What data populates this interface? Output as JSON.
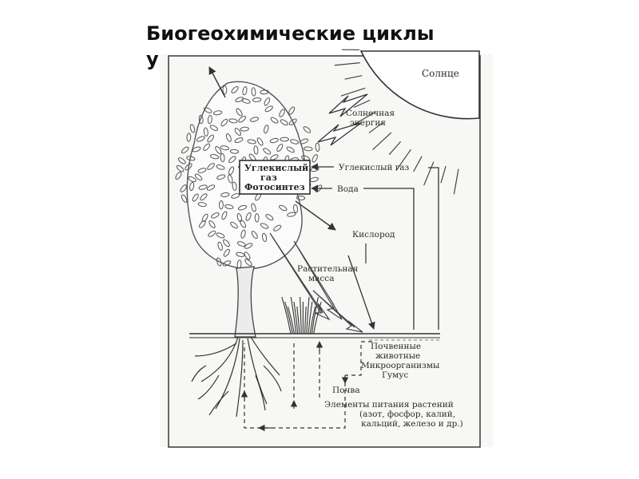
{
  "slide": {
    "title_line1": "Биогеохимические циклы",
    "title_line2": "углерода"
  },
  "diagram": {
    "sun_label": "Солнце",
    "solar_energy": [
      "Солнечная",
      "энергия"
    ],
    "box_label": [
      "Углекислый",
      "газ",
      "Фотосинтез"
    ],
    "co2_label": "Углекислый газ",
    "water_label": "Вода",
    "oxygen_label": "Кислород",
    "plant_mass": [
      "Растительная",
      "масса"
    ],
    "soil_group": [
      "Почвенные",
      "животные",
      "Микроорганизмы",
      "Гумус"
    ],
    "soil_label": "Почва",
    "nutrients": [
      "Элементы питания растений",
      "(азот, фосфор, калий,",
      "кальций, железо и др.)"
    ]
  }
}
